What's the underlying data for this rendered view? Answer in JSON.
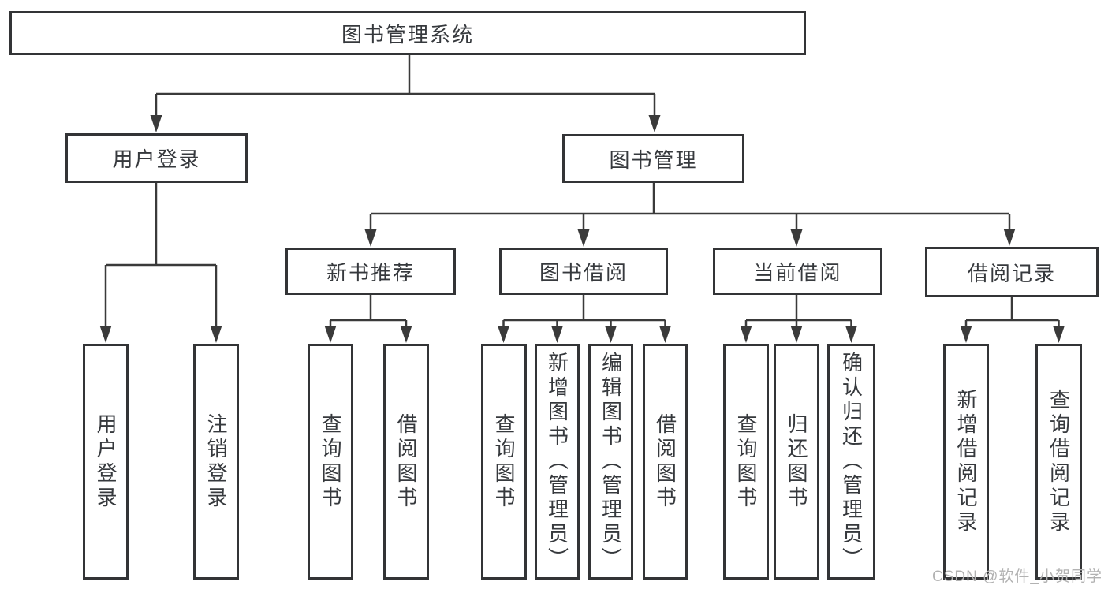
{
  "tree": {
    "label": "图书管理系统",
    "children": [
      {
        "label": "用户登录",
        "children": [
          {
            "label": "用户登录"
          },
          {
            "label": "注销登录"
          }
        ]
      },
      {
        "label": "图书管理",
        "children": [
          {
            "label": "新书推荐",
            "children": [
              {
                "label": "查询图书"
              },
              {
                "label": "借阅图书"
              }
            ]
          },
          {
            "label": "图书借阅",
            "children": [
              {
                "label": "查询图书"
              },
              {
                "label": "新增图书（管理员）"
              },
              {
                "label": "编辑图书（管理员）"
              },
              {
                "label": "借阅图书"
              }
            ]
          },
          {
            "label": "当前借阅",
            "children": [
              {
                "label": "查询图书"
              },
              {
                "label": "归还图书"
              },
              {
                "label": "确认归还（管理员）"
              }
            ]
          },
          {
            "label": "借阅记录",
            "children": [
              {
                "label": "新增借阅记录"
              },
              {
                "label": "查询借阅记录"
              }
            ]
          }
        ]
      }
    ]
  },
  "watermark": {
    "text": "CSDN @软件_小贺同学"
  },
  "colors": {
    "line": "#3a3a3a",
    "border": "#333436",
    "text": "#36393d",
    "watermark": "#b2b2b2",
    "background": "#ffffff"
  }
}
